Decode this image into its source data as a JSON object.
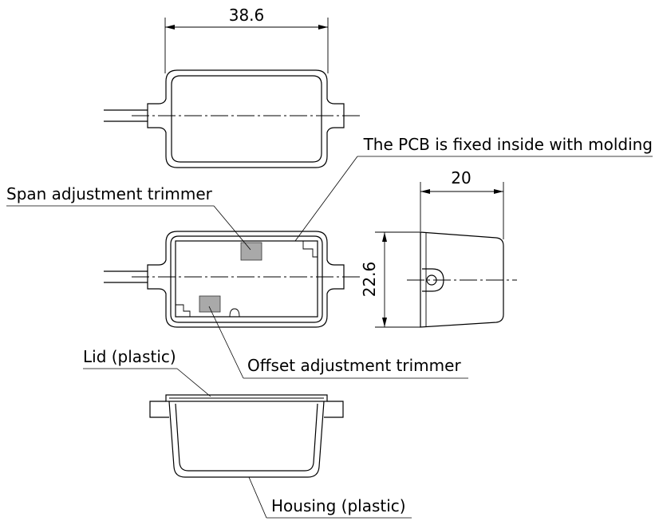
{
  "dimensions": {
    "width": "38.6",
    "depth": "20",
    "height": "22.6"
  },
  "callouts": {
    "pcb_note": "The PCB is fixed inside with molding",
    "span_trimmer": "Span adjustment trimmer",
    "offset_trimmer": "Offset adjustment trimmer",
    "lid": "Lid (plastic)",
    "housing": "Housing (plastic)"
  },
  "colors": {
    "line": "#000000",
    "trimmer_fill": "#a9a9a9",
    "background": "#ffffff"
  }
}
